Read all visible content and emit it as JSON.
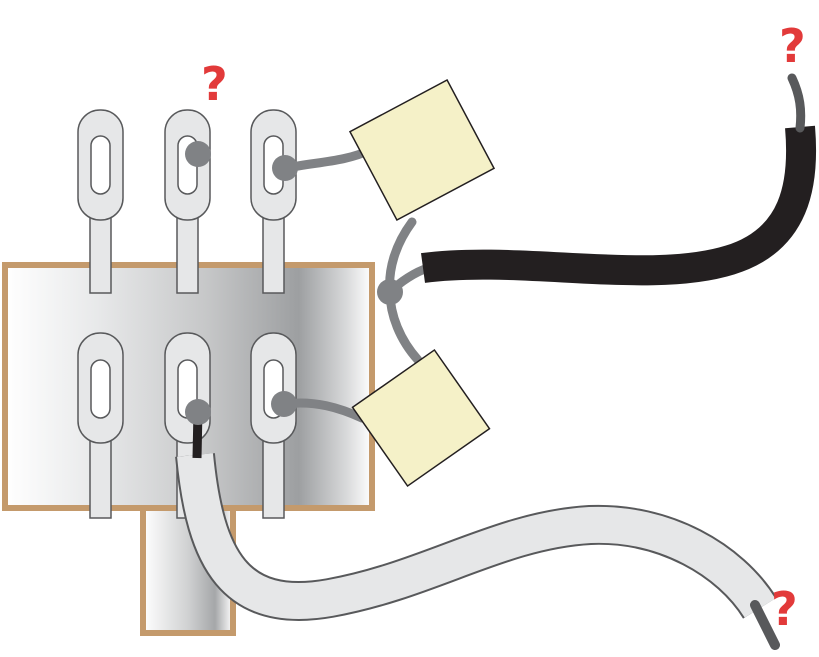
{
  "diagram": {
    "question_marks": [
      "?",
      "?",
      "?"
    ],
    "colors": {
      "question_mark": "#e23a3a",
      "switch_body_border": "#c49a6c",
      "terminal_fill": "#e6e7e8",
      "terminal_outline": "#58595b",
      "wire_gray": "#808285",
      "wire_black_jacket": "#231f20",
      "wire_white_jacket": "#e6e7e8",
      "wire_nut": "#f5f1c8"
    },
    "components": [
      "toggle-switch",
      "terminal-screw",
      "wire-nut",
      "black-cable",
      "white-cable"
    ]
  }
}
